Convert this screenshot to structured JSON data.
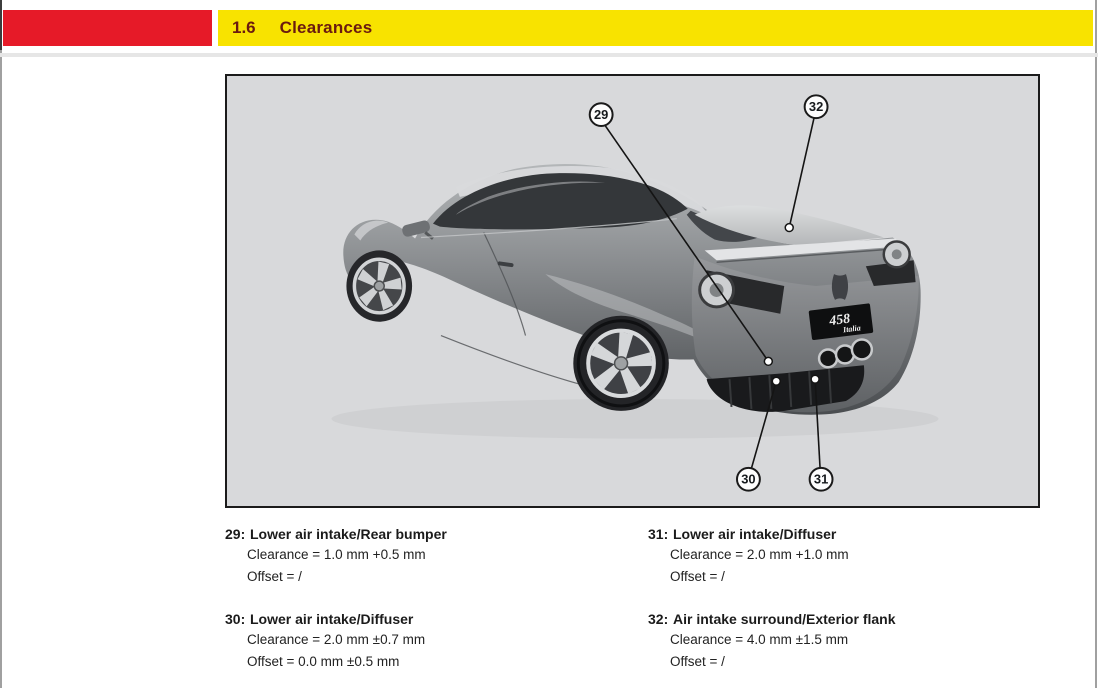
{
  "header": {
    "section_number": "1.6",
    "section_title": "Clearances"
  },
  "figure": {
    "description": "Ferrari 458 Italia rear three-quarter view, grayscale",
    "badge_model": "458",
    "badge_sub": "Italia",
    "callouts": [
      "29",
      "30",
      "31",
      "32"
    ]
  },
  "specs": [
    {
      "number": "29:",
      "title": "Lower air intake/Rear bumper",
      "clearance": "Clearance = 1.0 mm +0.5 mm",
      "offset": "Offset = /"
    },
    {
      "number": "30:",
      "title": "Lower air intake/Diffuser",
      "clearance": "Clearance = 2.0 mm ±0.7 mm",
      "offset": "Offset = 0.0 mm ±0.5 mm"
    },
    {
      "number": "31:",
      "title": "Lower air intake/Diffuser",
      "clearance": "Clearance = 2.0 mm +1.0 mm",
      "offset": "Offset = /"
    },
    {
      "number": "32:",
      "title": "Air intake surround/Exterior flank",
      "clearance": "Clearance = 4.0 mm ±1.5 mm",
      "offset": "Offset = /"
    }
  ],
  "colors": {
    "accent_red": "#e61a28",
    "header_yellow": "#f8e300",
    "header_text": "#6a1a0f",
    "figure_background": "#d8d9db"
  }
}
